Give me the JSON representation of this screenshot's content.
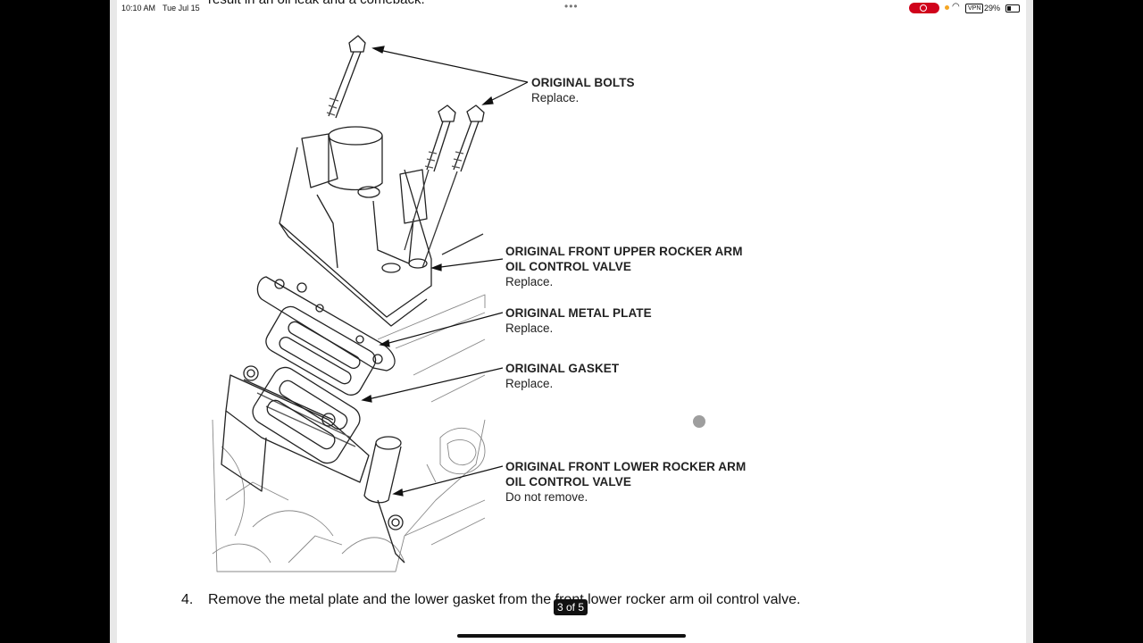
{
  "status_bar": {
    "time": "10:10 AM",
    "date": "Tue Jul 15",
    "vpn_label": "VPN",
    "battery_percent": "29%",
    "icons": [
      "record-icon",
      "wifi-icon",
      "battery-icon"
    ]
  },
  "document": {
    "top_cut_text": "result in an oil leak and a comeback.",
    "callouts": {
      "bolts": {
        "title": "ORIGINAL BOLTS",
        "note": "Replace."
      },
      "upper_valve": {
        "title_line1": "ORIGINAL FRONT UPPER ROCKER ARM",
        "title_line2": "OIL CONTROL VALVE",
        "note": "Replace."
      },
      "metal_plate": {
        "title": "ORIGINAL METAL PLATE",
        "note": "Replace."
      },
      "gasket": {
        "title": "ORIGINAL GASKET",
        "note": "Replace."
      },
      "lower_valve": {
        "title_line1": "ORIGINAL FRONT LOWER ROCKER ARM",
        "title_line2": "OIL CONTROL VALVE",
        "note": "Do not remove."
      }
    },
    "step": {
      "number": "4.",
      "text": "Remove the metal plate and the lower gasket from the front lower rocker arm oil control valve."
    }
  },
  "page_indicator": "3 of 5"
}
